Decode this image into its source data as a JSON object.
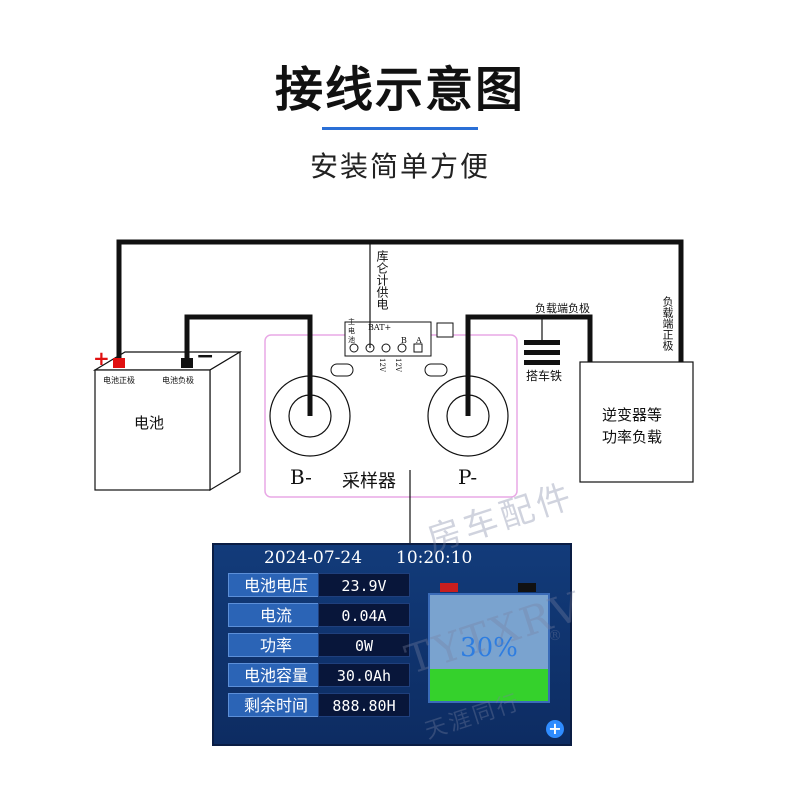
{
  "header": {
    "title": "接线示意图",
    "subtitle": "安装简单方便"
  },
  "diagram": {
    "battery_label": "电池",
    "battery_pos_label": "电池正极",
    "battery_neg_label": "电池负极",
    "sampler_label": "采样器",
    "b_minus": "B-",
    "p_minus": "P-",
    "bat_plus_label": "BAT+",
    "port_b": "B",
    "port_a": "A",
    "port_12v_1": "12V",
    "port_12v_2": "12V",
    "port_small_label": "主电池",
    "meter_power_label": "库仑计供电",
    "load_neg_label": "负载端负极",
    "load_pos_label": "负载端正极",
    "chassis_label": "搭车铁",
    "inverter_label_1": "逆变器等",
    "inverter_label_2": "功率负载",
    "plus_sign": "+",
    "minus_sign": "−",
    "colors": {
      "wire": "#111111",
      "sampler_border": "#e9a9e6",
      "battery_pos_terminal": "#e01010",
      "battery_neg_terminal": "#111111"
    }
  },
  "display": {
    "date": "2024-07-24",
    "time": "10:20:10",
    "rows": [
      {
        "label": "电池电压",
        "value": "23.9V"
      },
      {
        "label": "电流",
        "value": "0.04A"
      },
      {
        "label": "功率",
        "value": "0W"
      },
      {
        "label": "电池容量",
        "value": "30.0Ah"
      },
      {
        "label": "剩余时间",
        "value": "888.80H"
      }
    ],
    "battery_percent_text": "30%",
    "battery_level": 0.3,
    "plus_button": "+",
    "colors": {
      "screen_bg": "#123b7a",
      "label_bg": "#2b64b6",
      "value_bg": "#08163a",
      "battery_fill": "#35d12c",
      "terminal_pos": "#c81e1e",
      "terminal_neg": "#111111"
    }
  },
  "watermark": {
    "brand": "TYTXRV",
    "registered": "®",
    "chinese_vertical": "房车配件",
    "chinese_bottom": "天涯同行"
  }
}
